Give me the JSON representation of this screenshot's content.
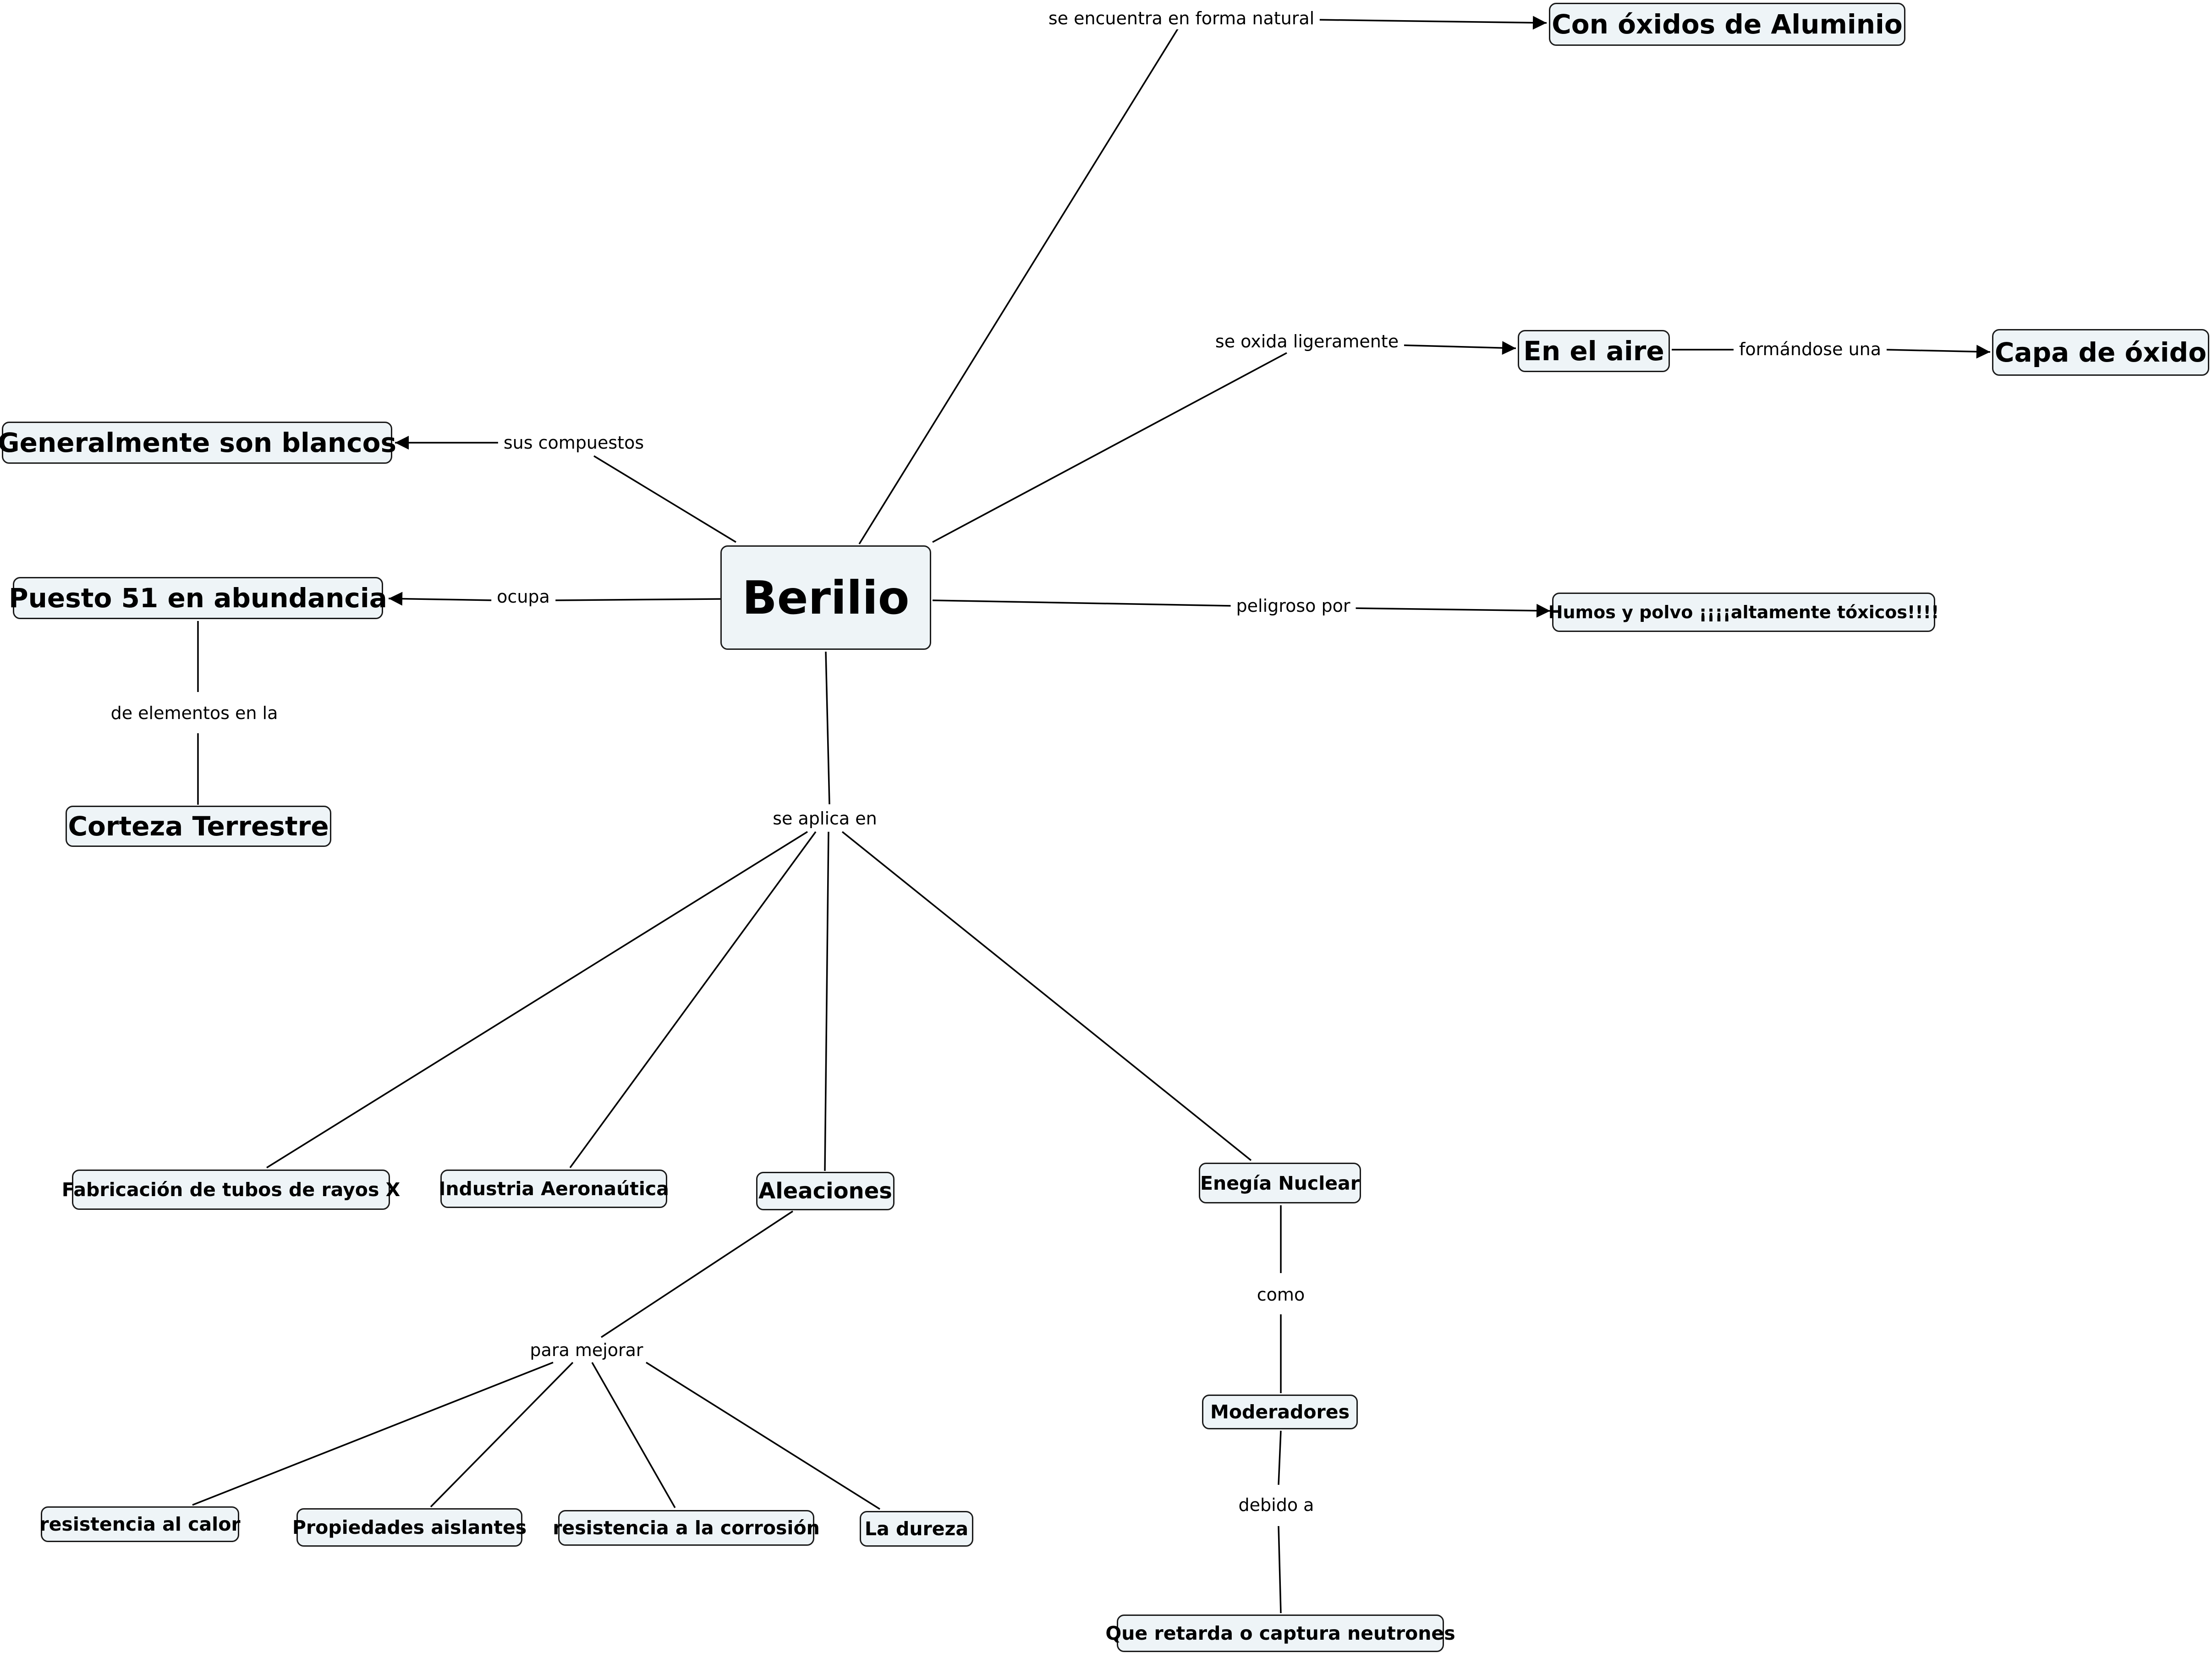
{
  "concepts": {
    "berilio": "Berilio",
    "con_oxidos": "Con óxidos de Aluminio",
    "en_el_aire": "En el aire",
    "capa_oxido": "Capa de óxido",
    "generalmente_blancos": "Generalmente son blancos",
    "puesto_51": "Puesto 51 en abundancia",
    "corteza": "Corteza Terrestre",
    "humos": "Humos y polvo ¡¡¡¡altamente tóxicos!!!!",
    "fabricacion": "Fabricación de tubos de rayos X",
    "industria": "Industria Aeronaútica",
    "aleaciones": "Aleaciones",
    "energia_nuclear": "Enegía Nuclear",
    "moderadores": "Moderadores",
    "que_retarda": "Que retarda o captura neutrones",
    "resistencia_calor": "resistencia al calor",
    "propiedades_aislantes": "Propiedades aislantes",
    "resistencia_corrosion": "resistencia a la corrosión",
    "la_dureza": "La dureza"
  },
  "linking_phrases": {
    "se_encuentra": "se encuentra en forma natural",
    "se_oxida": "se oxida ligeramente",
    "formandose": "formándose una",
    "sus_compuestos": "sus compuestos",
    "ocupa": "ocupa",
    "de_elementos": "de elementos en la",
    "peligroso": "peligroso por",
    "se_aplica": "se aplica en",
    "para_mejorar": "para mejorar",
    "como": "como",
    "debido_a": "debido a"
  },
  "colors": {
    "node_fill": "#eef4f7",
    "node_border": "#1a1a1a",
    "line": "#000000"
  }
}
